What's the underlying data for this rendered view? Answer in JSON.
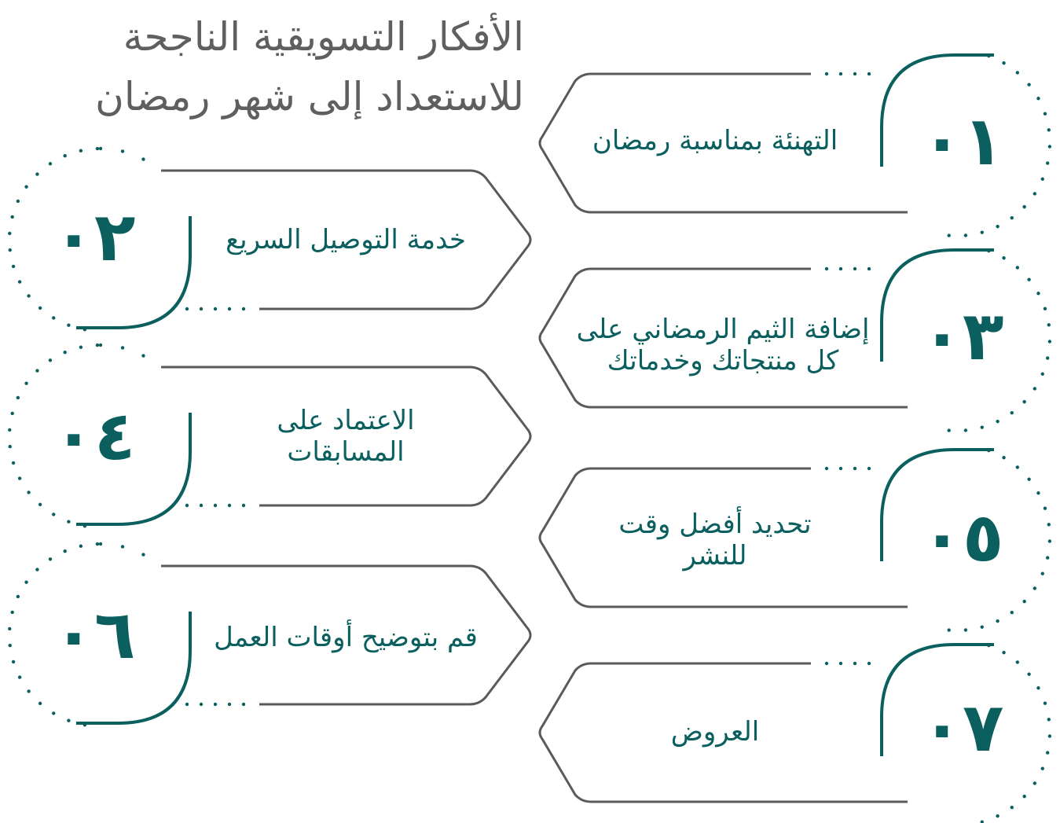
{
  "title": {
    "line1": "الأفكار التسويقية الناجحة",
    "line2": "للاستعداد إلى شهر رمضان"
  },
  "colors": {
    "teal": "#0b5f5f",
    "title_gray": "#5f5f5f",
    "outline_gray": "#5a5a5a",
    "dots": "#0b5f5f"
  },
  "items": [
    {
      "number": "٠١",
      "text": "التهنئة بمناسبة رمضان"
    },
    {
      "number": "٠٢",
      "text": "خدمة التوصيل السريع"
    },
    {
      "number": "٠٣",
      "text": "إضافة الثيم الرمضاني على كل منتجاتك وخدماتك"
    },
    {
      "number": "٠٤",
      "text": "الاعتماد على المسابقات"
    },
    {
      "number": "٠٥",
      "text": "تحديد أفضل وقت للنشر"
    },
    {
      "number": "٠٦",
      "text": "قم بتوضيح أوقات العمل"
    },
    {
      "number": "٠٧",
      "text": "العروض"
    }
  ]
}
